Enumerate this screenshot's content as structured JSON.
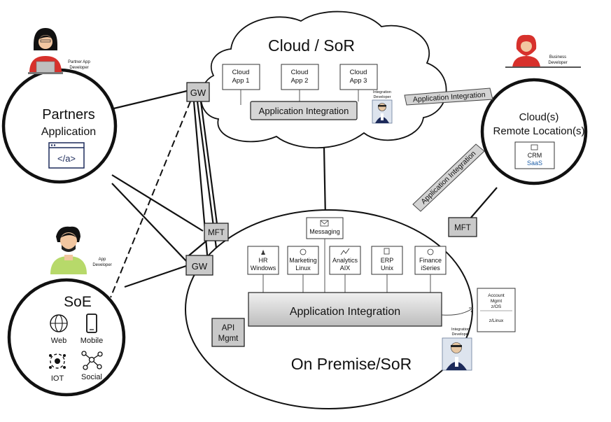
{
  "cloud": {
    "title": "Cloud / SoR",
    "apps": [
      {
        "line1": "Cloud",
        "line2": "App 1"
      },
      {
        "line1": "Cloud",
        "line2": "App 2"
      },
      {
        "line1": "Cloud",
        "line2": "App 3"
      }
    ],
    "app_integration": "Application Integration",
    "developer_line1": "Integration",
    "developer_line2": "Developer"
  },
  "partners": {
    "title_line1": "Partners",
    "title_line2": "Application",
    "developer_line1": "Partner App",
    "developer_line2": "Developer"
  },
  "remote": {
    "title_line1": "Cloud(s)",
    "title_line2": "Remote Location(s)",
    "crm": "CRM",
    "saas": "SaaS",
    "developer_line1": "Business",
    "developer_line2": "Developer"
  },
  "links": {
    "cloud_remote": "Application Integration",
    "remote_onprem": "Application Integration"
  },
  "gateways": {
    "gw_top": "GW",
    "gw_mid": "GW",
    "mft_mid": "MFT",
    "mft_right": "MFT",
    "api_line1": "API",
    "api_line2": "Mgmt"
  },
  "soe": {
    "title": "SoE",
    "items": [
      "Web",
      "Mobile",
      "IOT",
      "Social"
    ],
    "developer_line1": "App",
    "developer_line2": "Developer"
  },
  "onprem": {
    "title": "On Premise/SoR",
    "messaging": "Messaging",
    "systems": [
      {
        "line1": "HR",
        "line2": "Windows"
      },
      {
        "line1": "Marketing",
        "line2": "Linux"
      },
      {
        "line1": "Analytics",
        "line2": "AIX"
      },
      {
        "line1": "ERP",
        "line2": "Unix"
      },
      {
        "line1": "Finance",
        "line2": "iSeries"
      }
    ],
    "app_integration": "Application Integration",
    "account": {
      "line1": "Account",
      "line2": "Mgmt",
      "line3": "z/OS",
      "line4": "z/Linux"
    },
    "developer_line1": "Integration",
    "developer_line2": "Developer"
  },
  "colors": {
    "gateway_fill": "#c9c9c9",
    "integration_fill": "#d6d6d6",
    "accent_red": "#d7312c",
    "link_blue": "#1f5fa8",
    "icon_navy": "#1c2a5a"
  }
}
